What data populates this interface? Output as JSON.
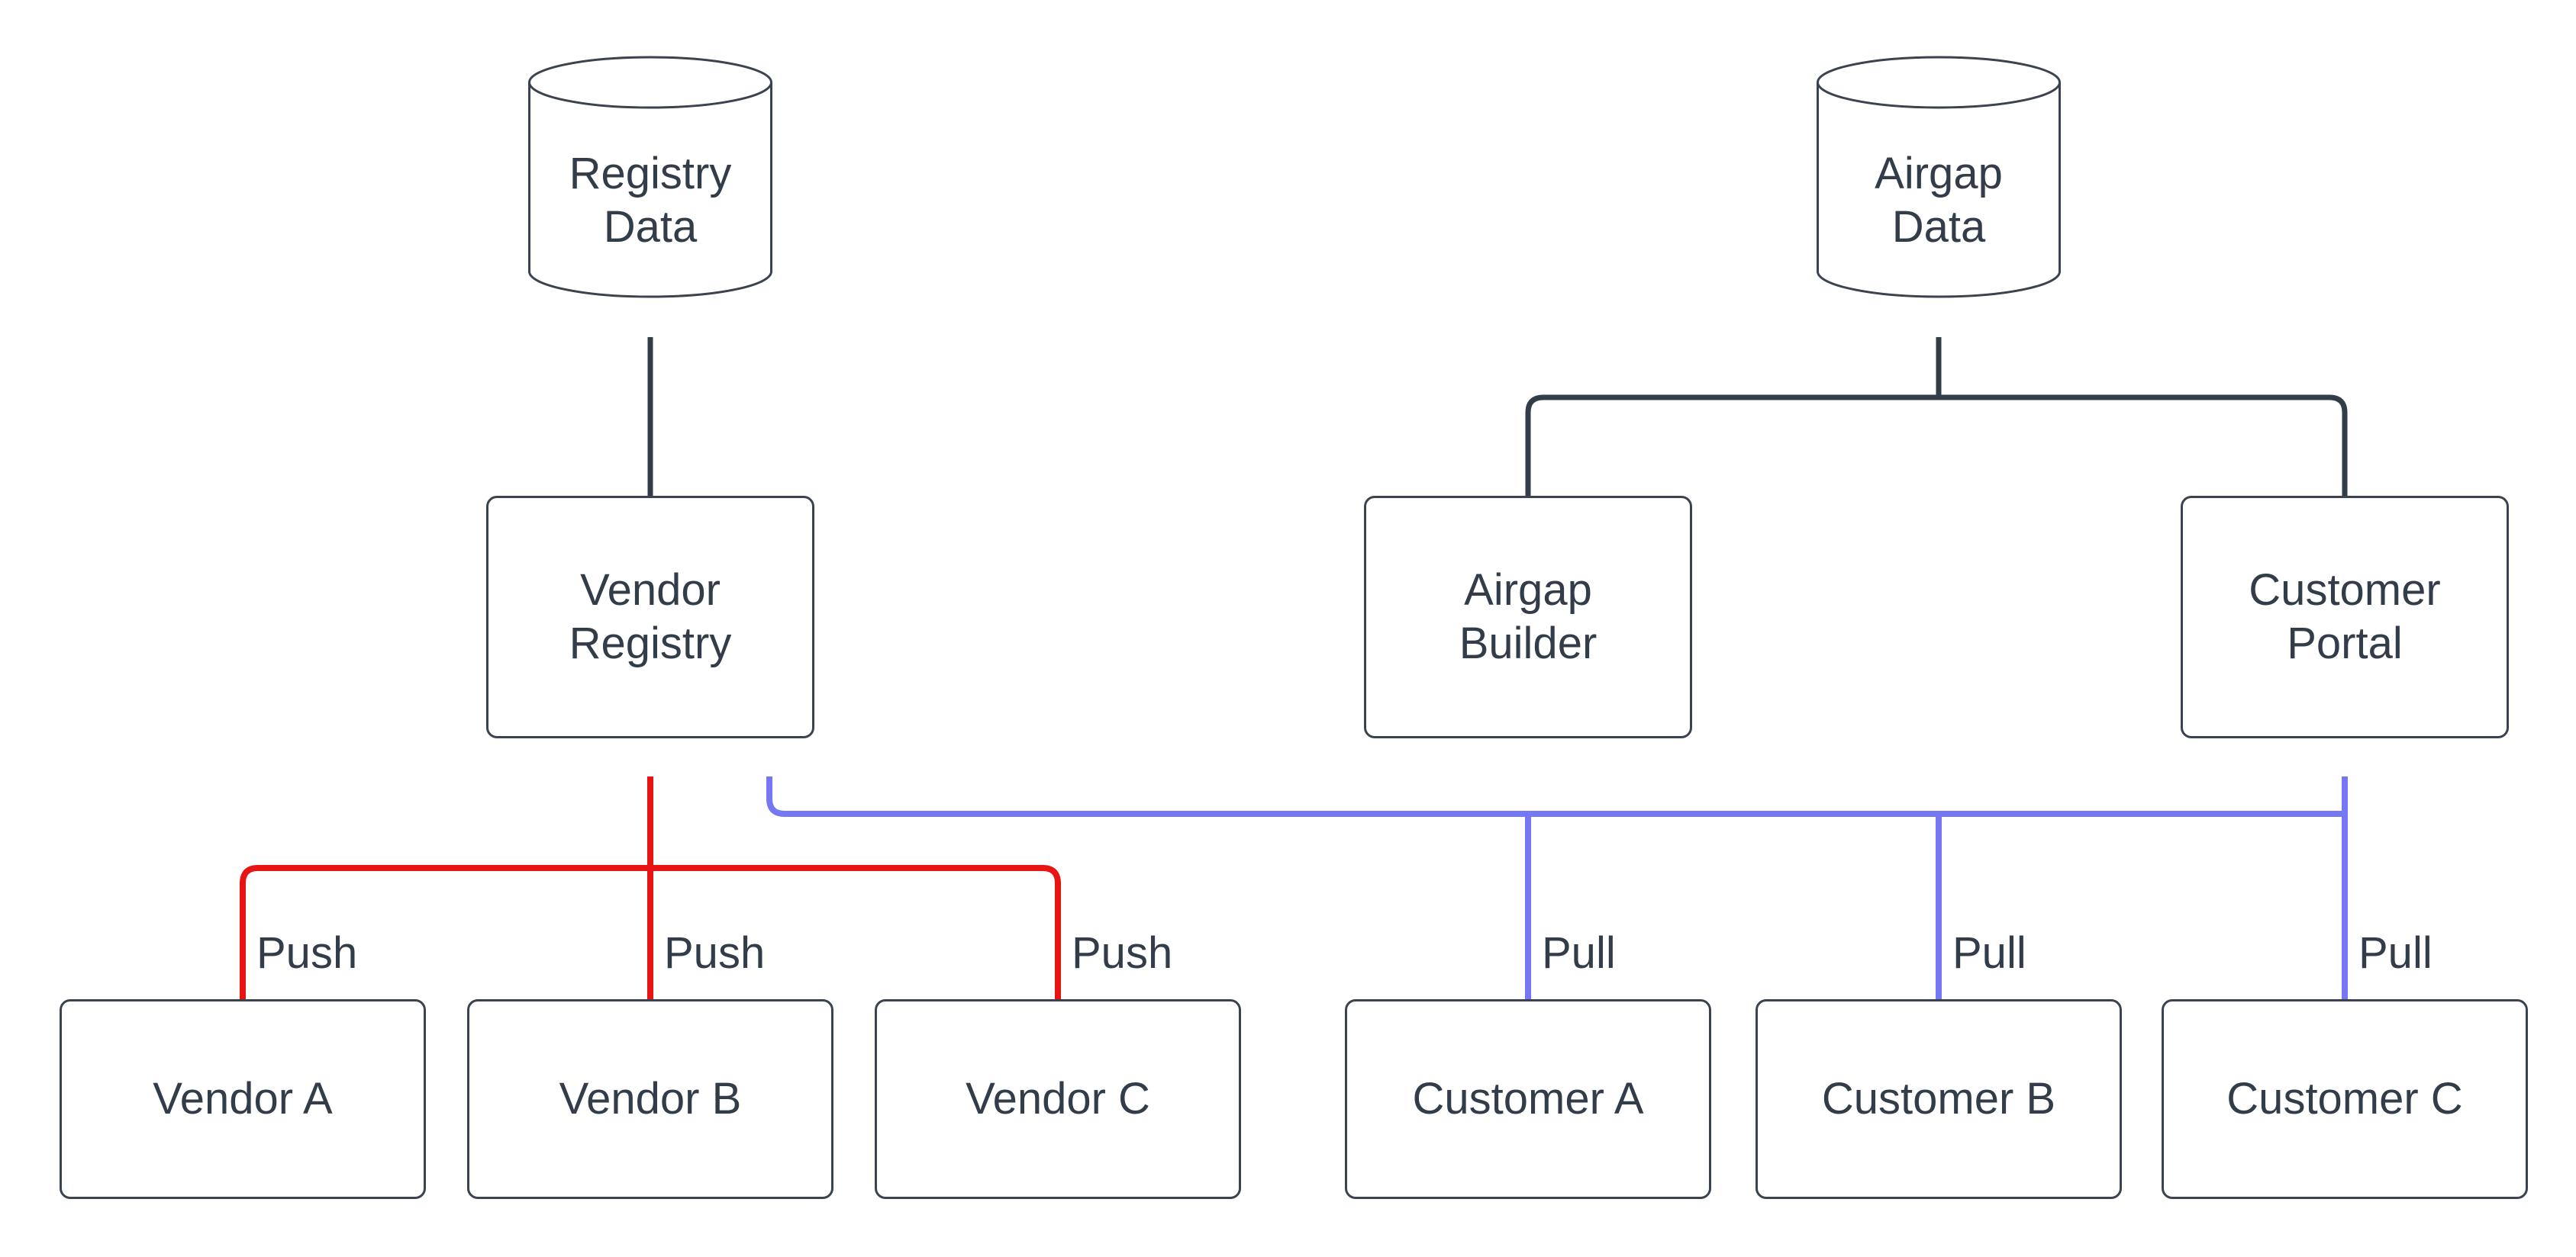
{
  "colors": {
    "background": "#ffffff",
    "ink": "#333d49",
    "node_border": "#3a434f",
    "push_red": "#e81414",
    "pull_blue": "#7577f3"
  },
  "nodes": {
    "registry_data": {
      "line1": "Registry",
      "line2": "Data"
    },
    "airgap_data": {
      "line1": "Airgap",
      "line2": "Data"
    },
    "vendor_registry": {
      "line1": "Vendor",
      "line2": "Registry"
    },
    "airgap_builder": {
      "line1": "Airgap",
      "line2": "Builder"
    },
    "customer_portal": {
      "line1": "Customer",
      "line2": "Portal"
    },
    "vendor_a": {
      "label": "Vendor A"
    },
    "vendor_b": {
      "label": "Vendor B"
    },
    "vendor_c": {
      "label": "Vendor C"
    },
    "customer_a": {
      "label": "Customer A"
    },
    "customer_b": {
      "label": "Customer B"
    },
    "customer_c": {
      "label": "Customer C"
    }
  },
  "edge_labels": {
    "push_vendor_a": "Push",
    "push_vendor_b": "Push",
    "push_vendor_c": "Push",
    "pull_customer_a": "Pull",
    "pull_customer_b": "Pull",
    "pull_customer_c": "Pull"
  }
}
